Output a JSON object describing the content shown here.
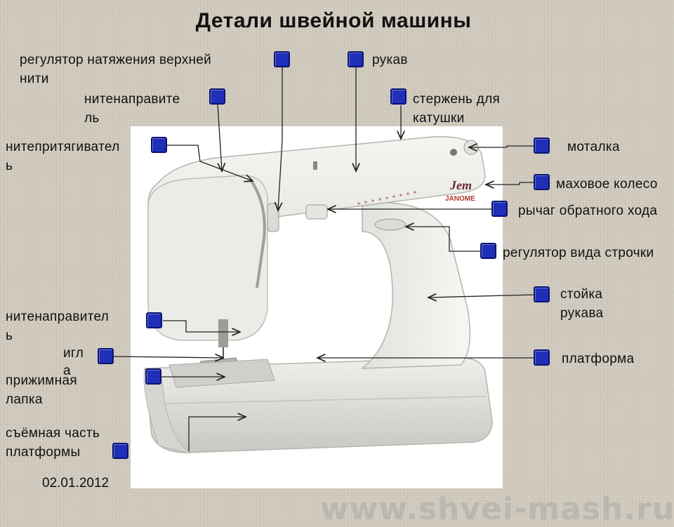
{
  "title": "Детали швейной машины",
  "date": "02.01.2012",
  "brand": {
    "line1": "Jem",
    "line2": "JANOME"
  },
  "watermark": "www.shvei-mash.ru",
  "colors": {
    "marker": "#1f2fb8",
    "marker_border": "#0a1470",
    "background": "#cfc8bc"
  },
  "labels": {
    "tension": "регулятор натяжения верхней\nнити",
    "sleeve": "рукав",
    "guide_top": "нитенаправите\nль",
    "spool_pin": "стержень для\nкатушки",
    "take_up": "нитепритягивател\nь",
    "winder": "моталка",
    "handwheel": "маховое колесо",
    "reverse": "рычаг обратного хода",
    "stitch_selector": "регулятор вида строчки",
    "column": "стойка\nрукава",
    "guide_bottom": "нитенаправител\nь",
    "needle": "игл\nа",
    "bed": "платформа",
    "presser_foot": "прижимная\nлапка",
    "free_arm": "съёмная часть\nплатформы"
  }
}
